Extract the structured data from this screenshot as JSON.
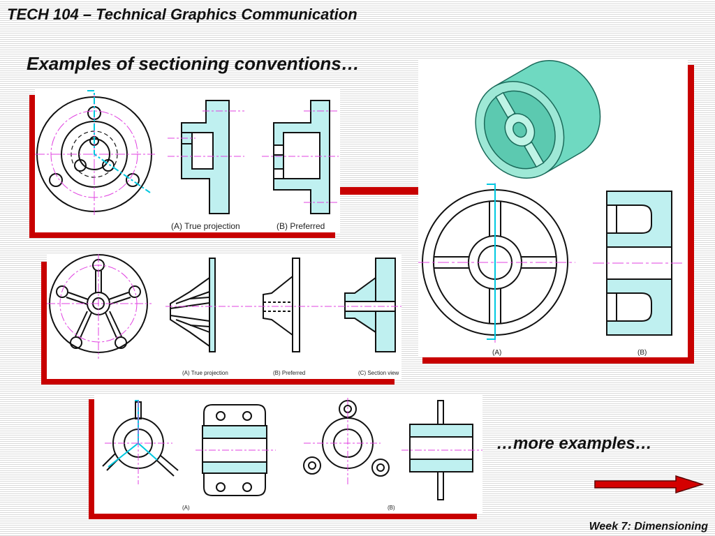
{
  "slide": {
    "title": "TECH 104 – Technical Graphics Communication",
    "subtitle": "Examples of sectioning conventions…",
    "more_examples": "…more examples…",
    "footer": "Week 7: Dimensioning"
  },
  "figures": {
    "fig1": {
      "caption_a": "(A) True projection",
      "caption_b": "(B) Preferred"
    },
    "fig2": {
      "caption_a": "(A) True projection",
      "caption_b": "(B) Preferred",
      "caption_c": "(C) Section view"
    },
    "fig3": {
      "caption_a": "(A)",
      "caption_b": "(B)"
    },
    "fig4": {
      "caption_a": "(A)",
      "caption_b": "(B)"
    }
  },
  "colors": {
    "accent_red": "#c80000",
    "section_cyan": "#bff0f0",
    "centerline_magenta": "#e040e0",
    "cutting_plane_cyan": "#00c8e0"
  },
  "icons": {
    "arrow": "right-arrow-icon"
  }
}
